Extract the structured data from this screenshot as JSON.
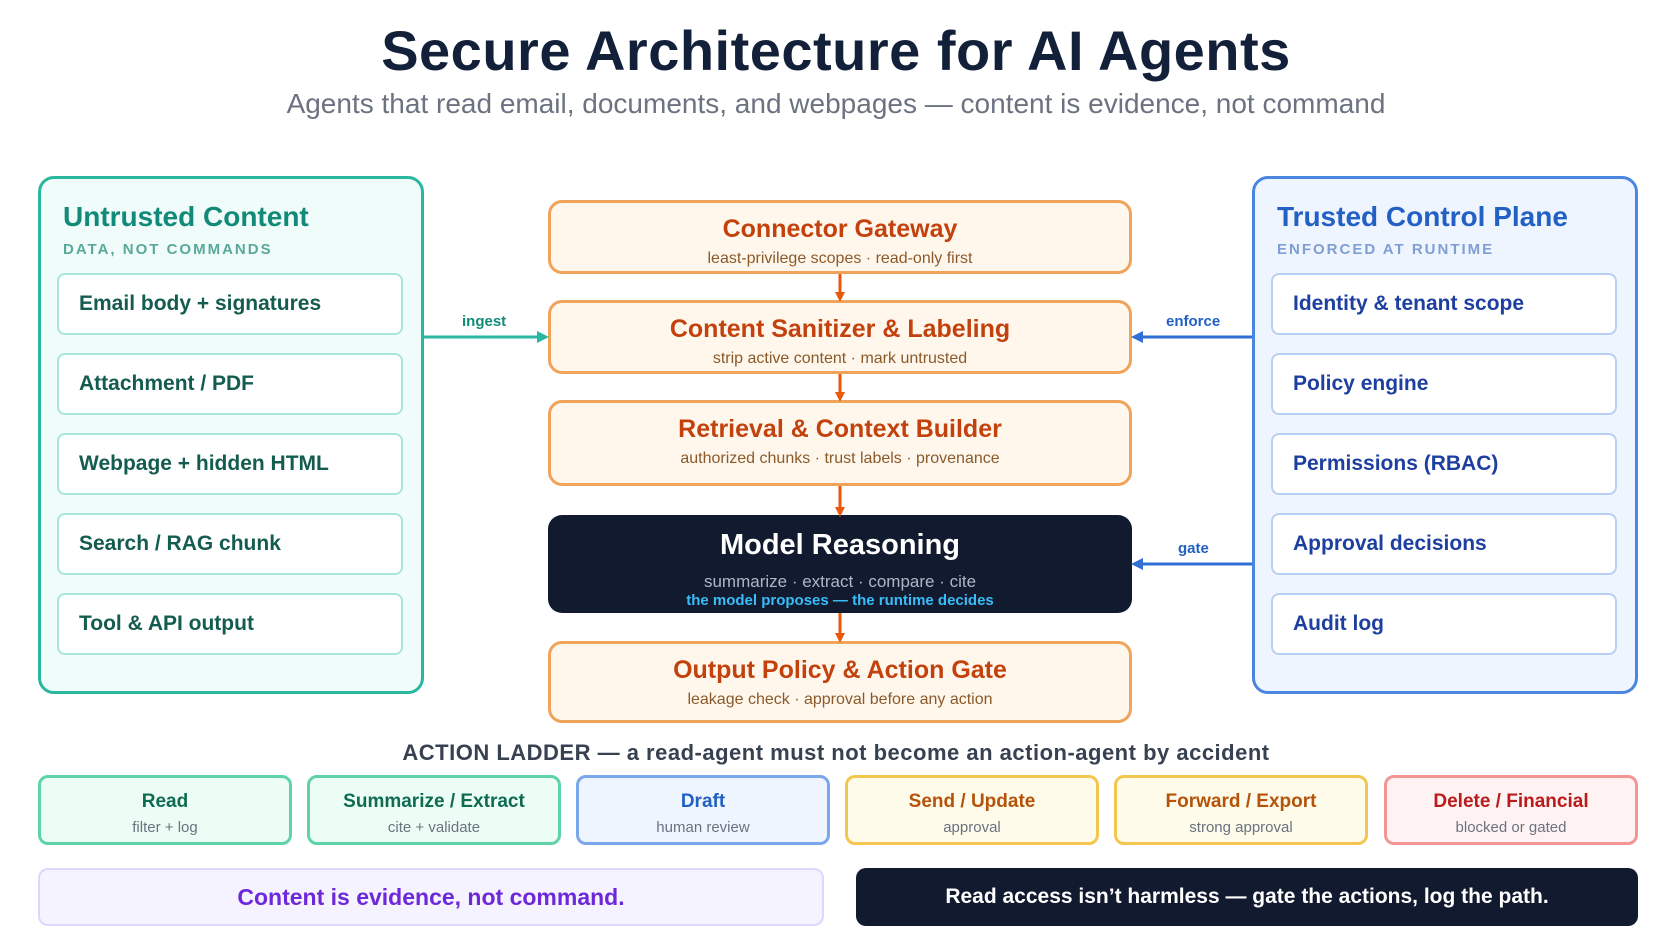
{
  "header": {
    "title": "Secure Architecture for AI Agents",
    "subtitle": "Agents that read email, documents, and webpages — content is evidence, not command"
  },
  "untrusted": {
    "title": "Untrusted Content",
    "subtitle": "DATA, NOT COMMANDS",
    "items": [
      "Email body + signatures",
      "Attachment / PDF",
      "Webpage + hidden HTML",
      "Search / RAG chunk",
      "Tool & API output"
    ]
  },
  "trusted": {
    "title": "Trusted Control Plane",
    "subtitle": "ENFORCED AT RUNTIME",
    "items": [
      "Identity & tenant scope",
      "Policy engine",
      "Permissions (RBAC)",
      "Approval decisions",
      "Audit log"
    ]
  },
  "pipeline": {
    "steps": [
      {
        "title": "Connector Gateway",
        "sub": "least-privilege scopes · read-only first"
      },
      {
        "title": "Content Sanitizer & Labeling",
        "sub": "strip active content · mark untrusted"
      },
      {
        "title": "Retrieval & Context Builder",
        "sub": "authorized chunks · trust labels · provenance"
      },
      {
        "title": "Output Policy & Action Gate",
        "sub": "leakage check · approval before any action"
      }
    ],
    "model": {
      "title": "Model Reasoning",
      "sub": "summarize · extract · compare · cite",
      "note": "the model proposes — the runtime decides"
    }
  },
  "edges": {
    "ingest": "ingest",
    "enforce": "enforce",
    "gate": "gate"
  },
  "ladder": {
    "title": "ACTION LADDER — a read-agent must not become an action-agent by accident",
    "rungs": [
      {
        "label": "Read",
        "sub": "filter + log"
      },
      {
        "label": "Summarize / Extract",
        "sub": "cite + validate"
      },
      {
        "label": "Draft",
        "sub": "human review"
      },
      {
        "label": "Send / Update",
        "sub": "approval"
      },
      {
        "label": "Forward / Export",
        "sub": "strong approval"
      },
      {
        "label": "Delete / Financial",
        "sub": "blocked or gated"
      }
    ]
  },
  "banners": {
    "left": "Content is evidence, not command.",
    "right": "Read access isn’t harmless — gate the actions, log the path."
  },
  "colors": {
    "untrusted": "#2ab7a0",
    "trusted": "#4a86e0",
    "pipeline_border": "#f0a45a",
    "pipeline_arrow": "#e8590c",
    "model_bg": "#111a2e"
  }
}
